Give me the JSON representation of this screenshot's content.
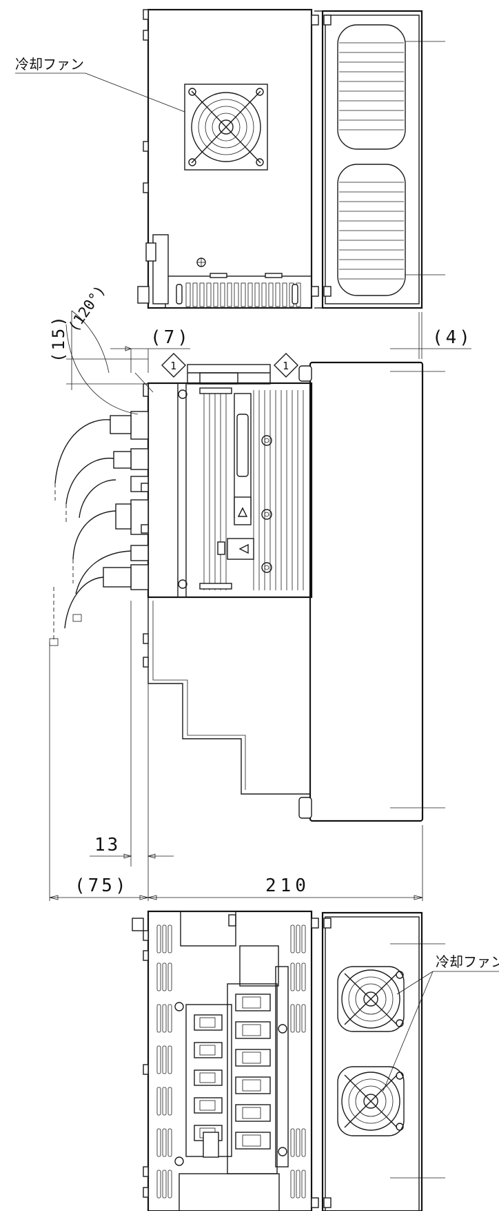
{
  "labels": {
    "cooling_fan_top": "冷却ファン",
    "cooling_fan_bottom": "冷却ファン"
  },
  "dimensions": {
    "dim_7": "(7)",
    "dim_4": "(4)",
    "dim_15": "(15)",
    "dim_angle": "(120°)",
    "dim_13": "13",
    "dim_75": "(75)",
    "dim_210": "210"
  },
  "markers": {
    "note_a": "1",
    "note_b": "1"
  }
}
